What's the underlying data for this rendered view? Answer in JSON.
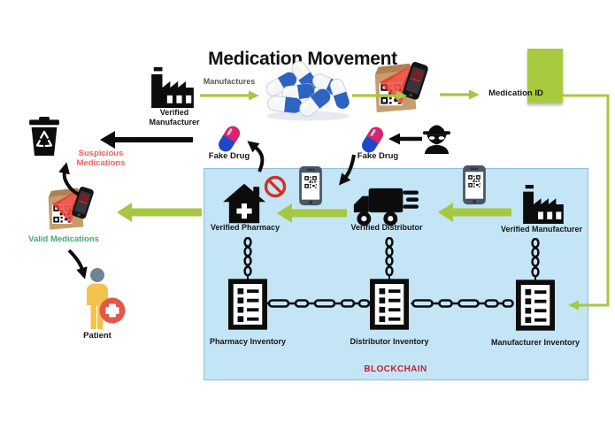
{
  "title": "Medication Movement",
  "top_flow": {
    "manufactures_label": "Manufactures",
    "verified_manufacturer_label": "Verified Manufacturer",
    "medication_id_label": "Medication ID"
  },
  "disposal": {
    "suspicious_label": "Suspicious Medications",
    "valid_label": "Valid Medications",
    "patient_label": "Patient"
  },
  "threats": {
    "fake_drug_left_label": "Fake Drug",
    "fake_drug_right_label": "Fake Drug"
  },
  "blockchain": {
    "caption": "BLOCKCHAIN",
    "entities": [
      {
        "label": "Verified Pharmacy",
        "icon": "pharmacy-house-icon"
      },
      {
        "label": "Verified Distributor",
        "icon": "delivery-truck-icon"
      },
      {
        "label": "Verified Manufacturer",
        "icon": "factory-icon"
      }
    ],
    "inventories": [
      {
        "label": "Pharmacy Inventory",
        "icon": "inventory-list-icon"
      },
      {
        "label": "Distributor Inventory",
        "icon": "inventory-list-icon"
      },
      {
        "label": "Manufacturer Inventory",
        "icon": "inventory-list-icon"
      }
    ]
  },
  "icons": {
    "factory": "factory-icon",
    "recycle_bin": "recycle-bin-icon",
    "pills": "capsule-pills-icon",
    "scan_box": "package-qr-scan-icon",
    "fake_pill": "fake-drug-capsule-icon",
    "spy": "counterfeiter-spy-icon",
    "prohibition": "no-entry-icon",
    "phone_qr": "smartphone-qr-icon",
    "patient": "patient-person-icon",
    "chain": "blockchain-chain-link-icon"
  },
  "colors": {
    "accent_green": "#a6c840",
    "box_blue_fill": "#c3e5f6",
    "box_blue_border": "#8cc0db",
    "suspicious_red": "#f05f5f",
    "valid_green": "#3cae6e",
    "blockchain_red": "#c9202e",
    "black": "#0c0c0c"
  }
}
